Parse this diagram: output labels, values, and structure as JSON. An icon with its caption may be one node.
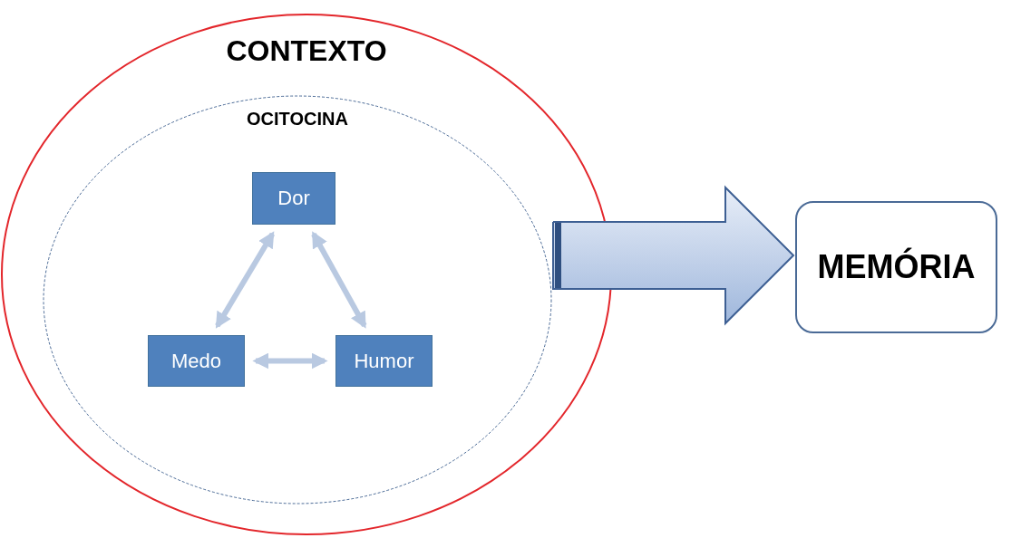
{
  "diagram": {
    "nodes": [
      {
        "text": [
          "CONTEXTO"
        ]
      },
      {
        "text": [
          "OCITOCINA"
        ],
        "in": 0
      },
      {
        "text": [
          "Dor"
        ],
        "in": 1
      },
      {
        "text": [
          "Medo"
        ],
        "in": 1
      },
      {
        "text": [
          "Humor"
        ],
        "in": 1
      },
      {
        "text": [
          "MEMÓRIA"
        ]
      }
    ],
    "edges": [
      {
        "from": 2,
        "to": 3,
        "arrow": "both"
      },
      {
        "from": 2,
        "to": 4,
        "arrow": "both"
      },
      {
        "from": 3,
        "to": 4,
        "arrow": "both"
      },
      {
        "from": 1,
        "to": 5,
        "arrow": "to",
        "style": "thick"
      }
    ]
  }
}
